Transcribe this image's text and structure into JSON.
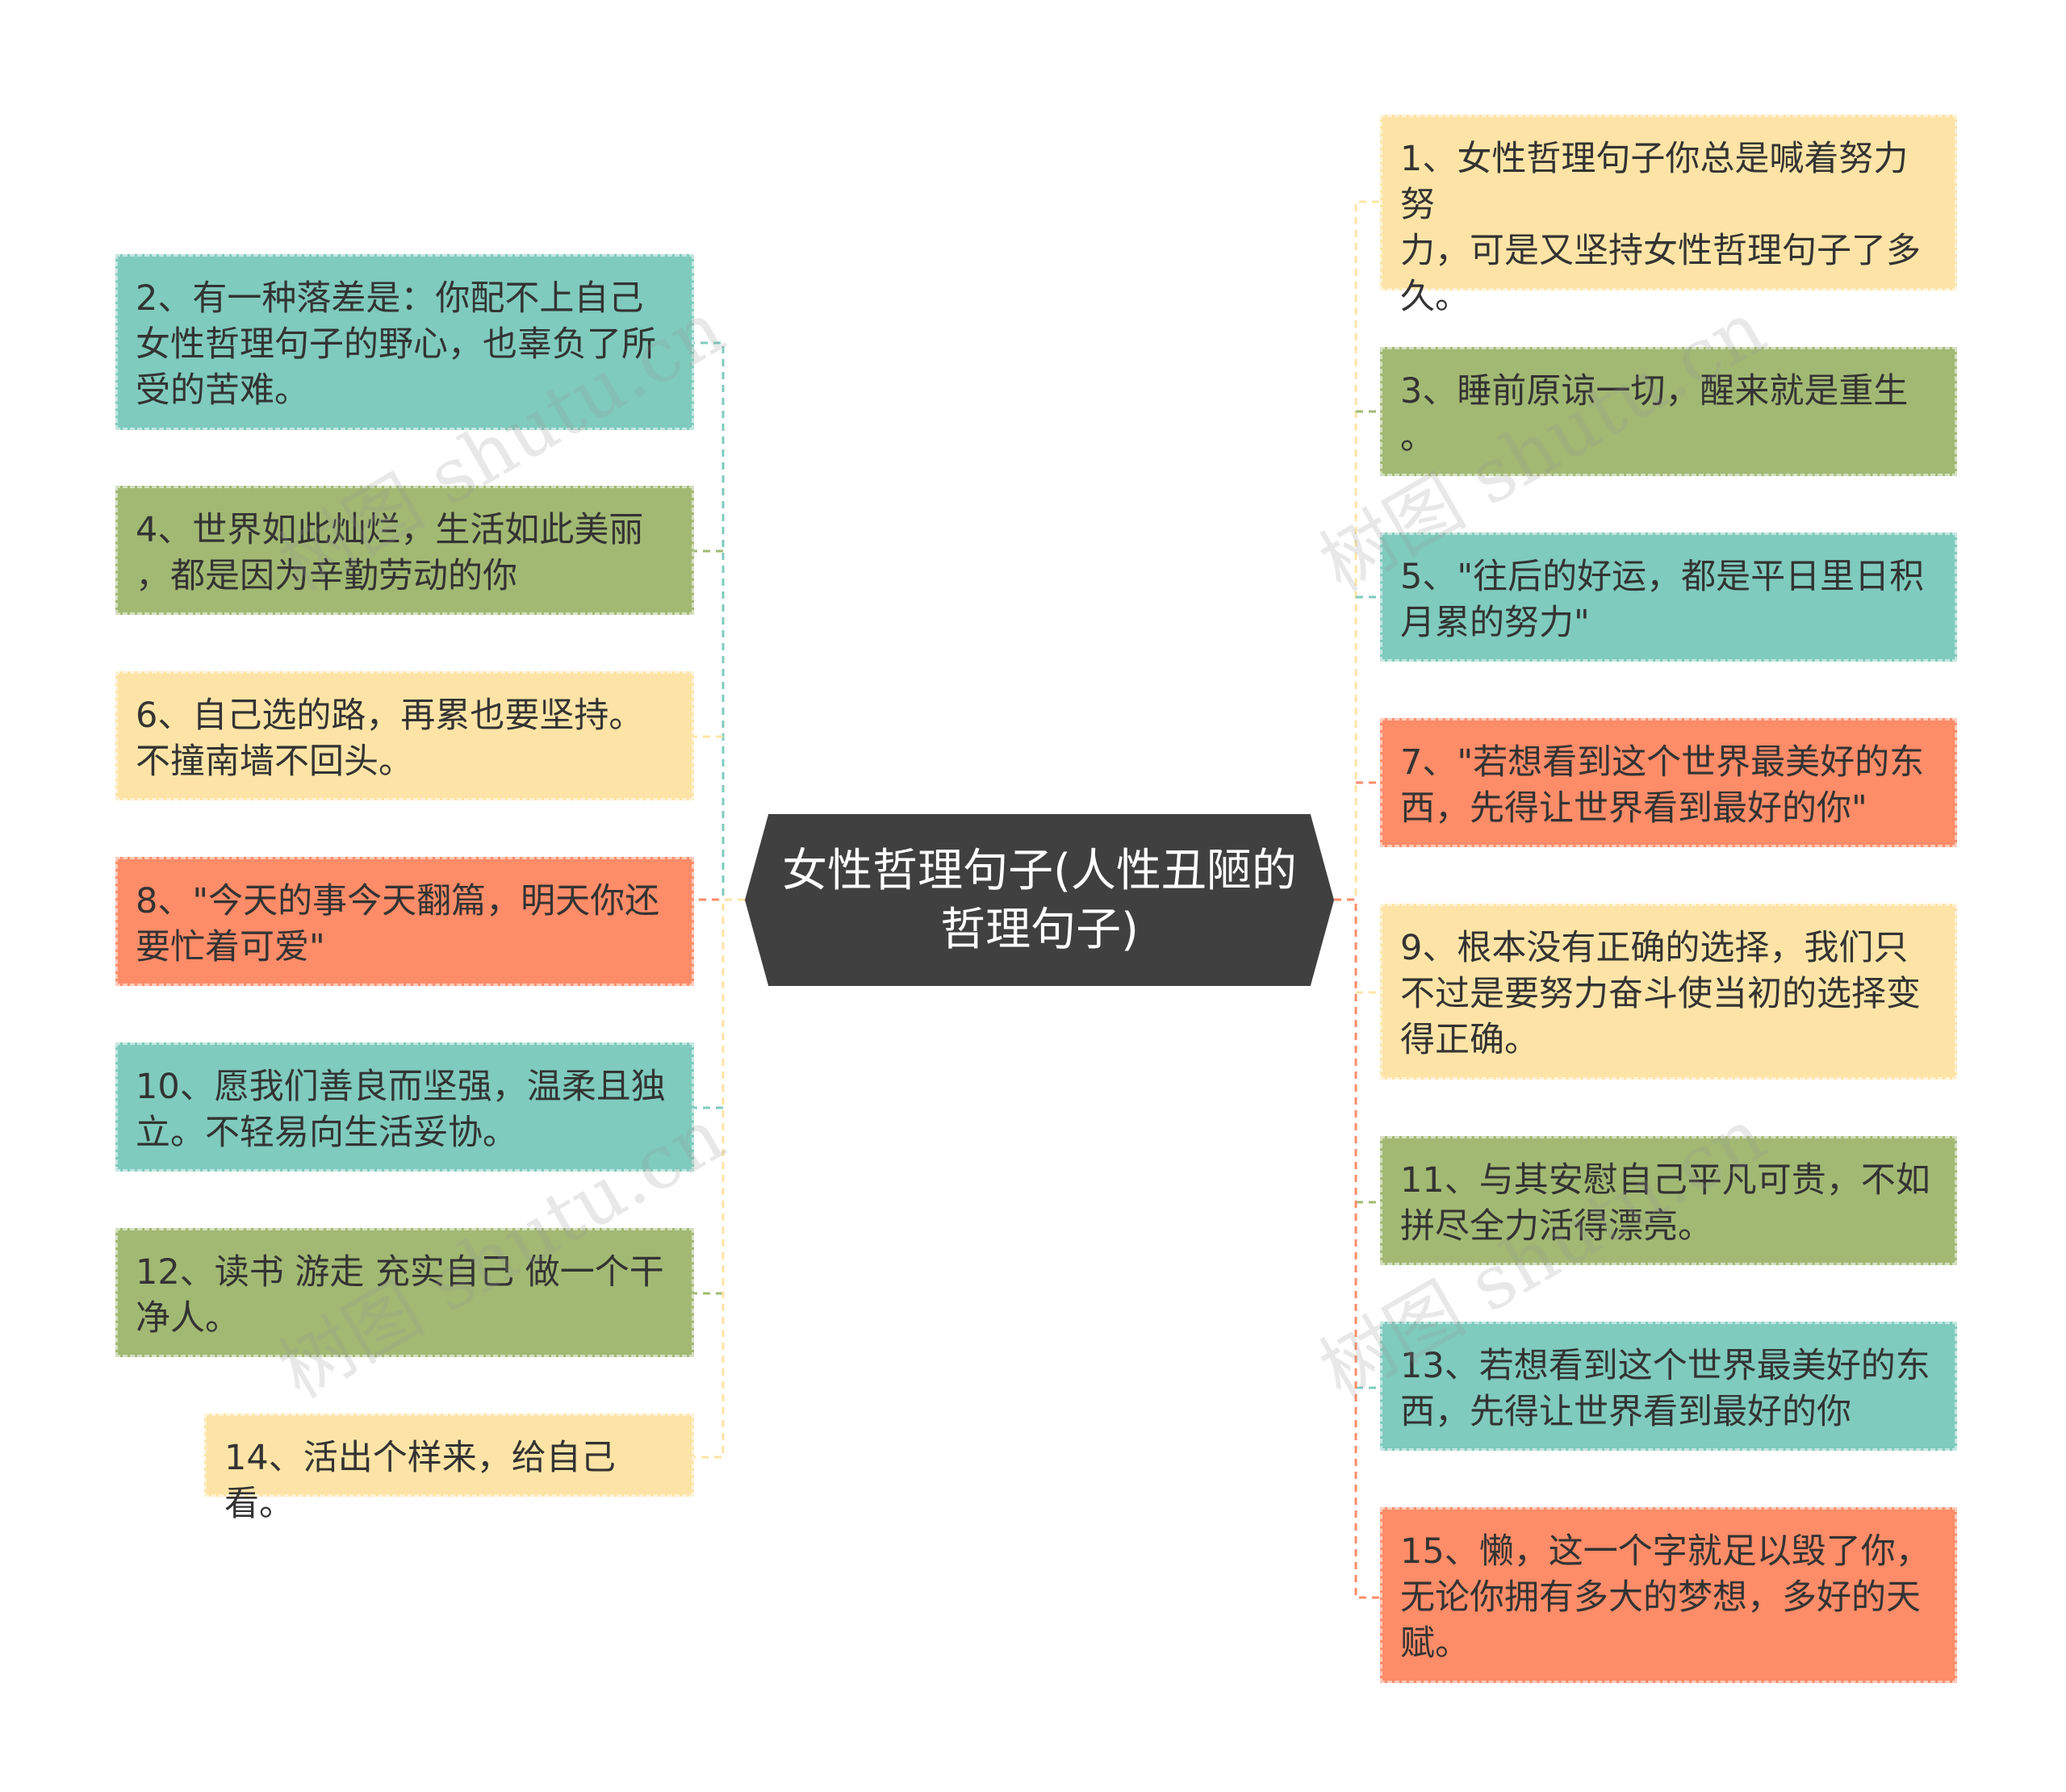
{
  "center": {
    "line1": "女性哲理句子(人性丑陋的",
    "line2": "哲理句子)"
  },
  "left_nodes": [
    {
      "id": "2",
      "color": "#7fcbbe",
      "lines": [
        "2、有一种落差是：你配不上自己",
        "女性哲理句子的野心，也辜负了所",
        "受的苦难。"
      ]
    },
    {
      "id": "4",
      "color": "#a2b973",
      "lines": [
        "4、世界如此灿烂，生活如此美丽",
        "，都是因为辛勤劳动的你"
      ]
    },
    {
      "id": "6",
      "color": "#fde4a6",
      "lines": [
        "6、自己选的路，再累也要坚持。",
        "不撞南墙不回头。"
      ]
    },
    {
      "id": "8",
      "color": "#fd8c68",
      "lines": [
        "8、\"今天的事今天翻篇，明天你还",
        "要忙着可爱\""
      ]
    },
    {
      "id": "10",
      "color": "#7fcbbe",
      "lines": [
        "10、愿我们善良而坚强，温柔且独",
        "立。不轻易向生活妥协。"
      ]
    },
    {
      "id": "12",
      "color": "#a2b973",
      "lines": [
        "12、读书 游走 充实自己 做一个干",
        "净人。"
      ]
    },
    {
      "id": "14",
      "color": "#fde4a6",
      "lines": [
        "14、活出个样来，给自己看。"
      ]
    }
  ],
  "right_nodes": [
    {
      "id": "1",
      "color": "#fde4a6",
      "lines": [
        "1、女性哲理句子你总是喊着努力努",
        "力，可是又坚持女性哲理句子了多",
        "久。"
      ]
    },
    {
      "id": "3",
      "color": "#a2b973",
      "lines": [
        "3、睡前原谅一切，醒来就是重生",
        "。"
      ]
    },
    {
      "id": "5",
      "color": "#7fcbbe",
      "lines": [
        "5、\"往后的好运，都是平日里日积",
        "月累的努力\""
      ]
    },
    {
      "id": "7",
      "color": "#fd8c68",
      "lines": [
        "7、\"若想看到这个世界最美好的东",
        "西，先得让世界看到最好的你\""
      ]
    },
    {
      "id": "9",
      "color": "#fde4a6",
      "lines": [
        "9、根本没有正确的选择，我们只",
        "不过是要努力奋斗使当初的选择变",
        "得正确。"
      ]
    },
    {
      "id": "11",
      "color": "#a2b973",
      "lines": [
        "11、与其安慰自己平凡可贵，不如",
        "拼尽全力活得漂亮。"
      ]
    },
    {
      "id": "13",
      "color": "#7fcbbe",
      "lines": [
        "13、若想看到这个世界最美好的东",
        "西，先得让世界看到最好的你"
      ]
    },
    {
      "id": "15",
      "color": "#fd8c68",
      "lines": [
        "15、懒，这一个字就足以毁了你，",
        "无论你拥有多大的梦想，多好的天",
        "赋。"
      ]
    }
  ],
  "watermark": "树图 shutu.cn"
}
